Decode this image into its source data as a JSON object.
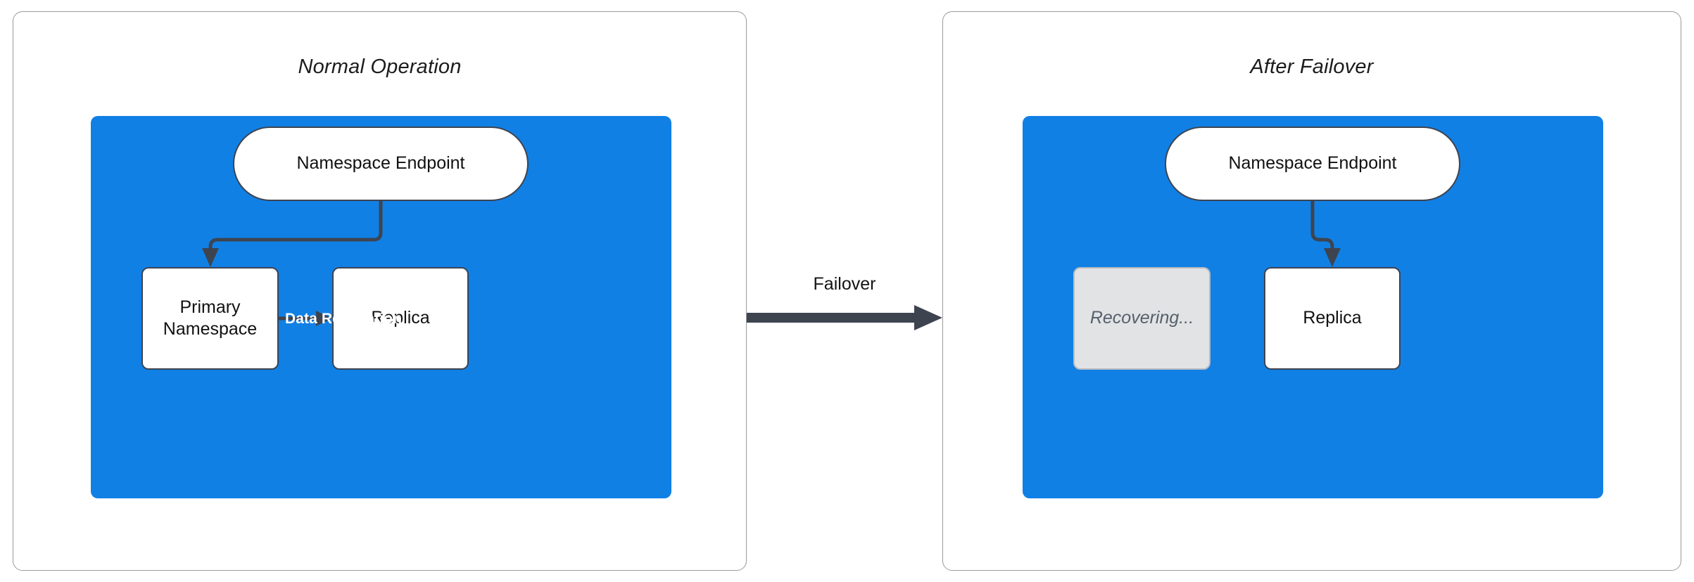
{
  "diagram": {
    "title_left": "Normal Operation",
    "title_right": "After Failover",
    "transition_label": "Failover",
    "accent_blue": "#1180E5",
    "stroke_dark": "#3d4450",
    "recovering_fill": "#E1E3E5"
  },
  "left_panel": {
    "title": "Normal Operation",
    "nodes": {
      "endpoint": "Namespace Endpoint",
      "primary": "Primary\nNamespace",
      "primary_line1": "Primary",
      "primary_line2": "Namespace",
      "replica": "Replica"
    },
    "edges": {
      "endpoint_to_primary": "",
      "replication": "Data Replication"
    }
  },
  "right_panel": {
    "title": "After Failover",
    "nodes": {
      "endpoint": "Namespace Endpoint",
      "recovering": "Recovering...",
      "replica": "Replica"
    },
    "edges": {
      "endpoint_to_replica": ""
    }
  }
}
